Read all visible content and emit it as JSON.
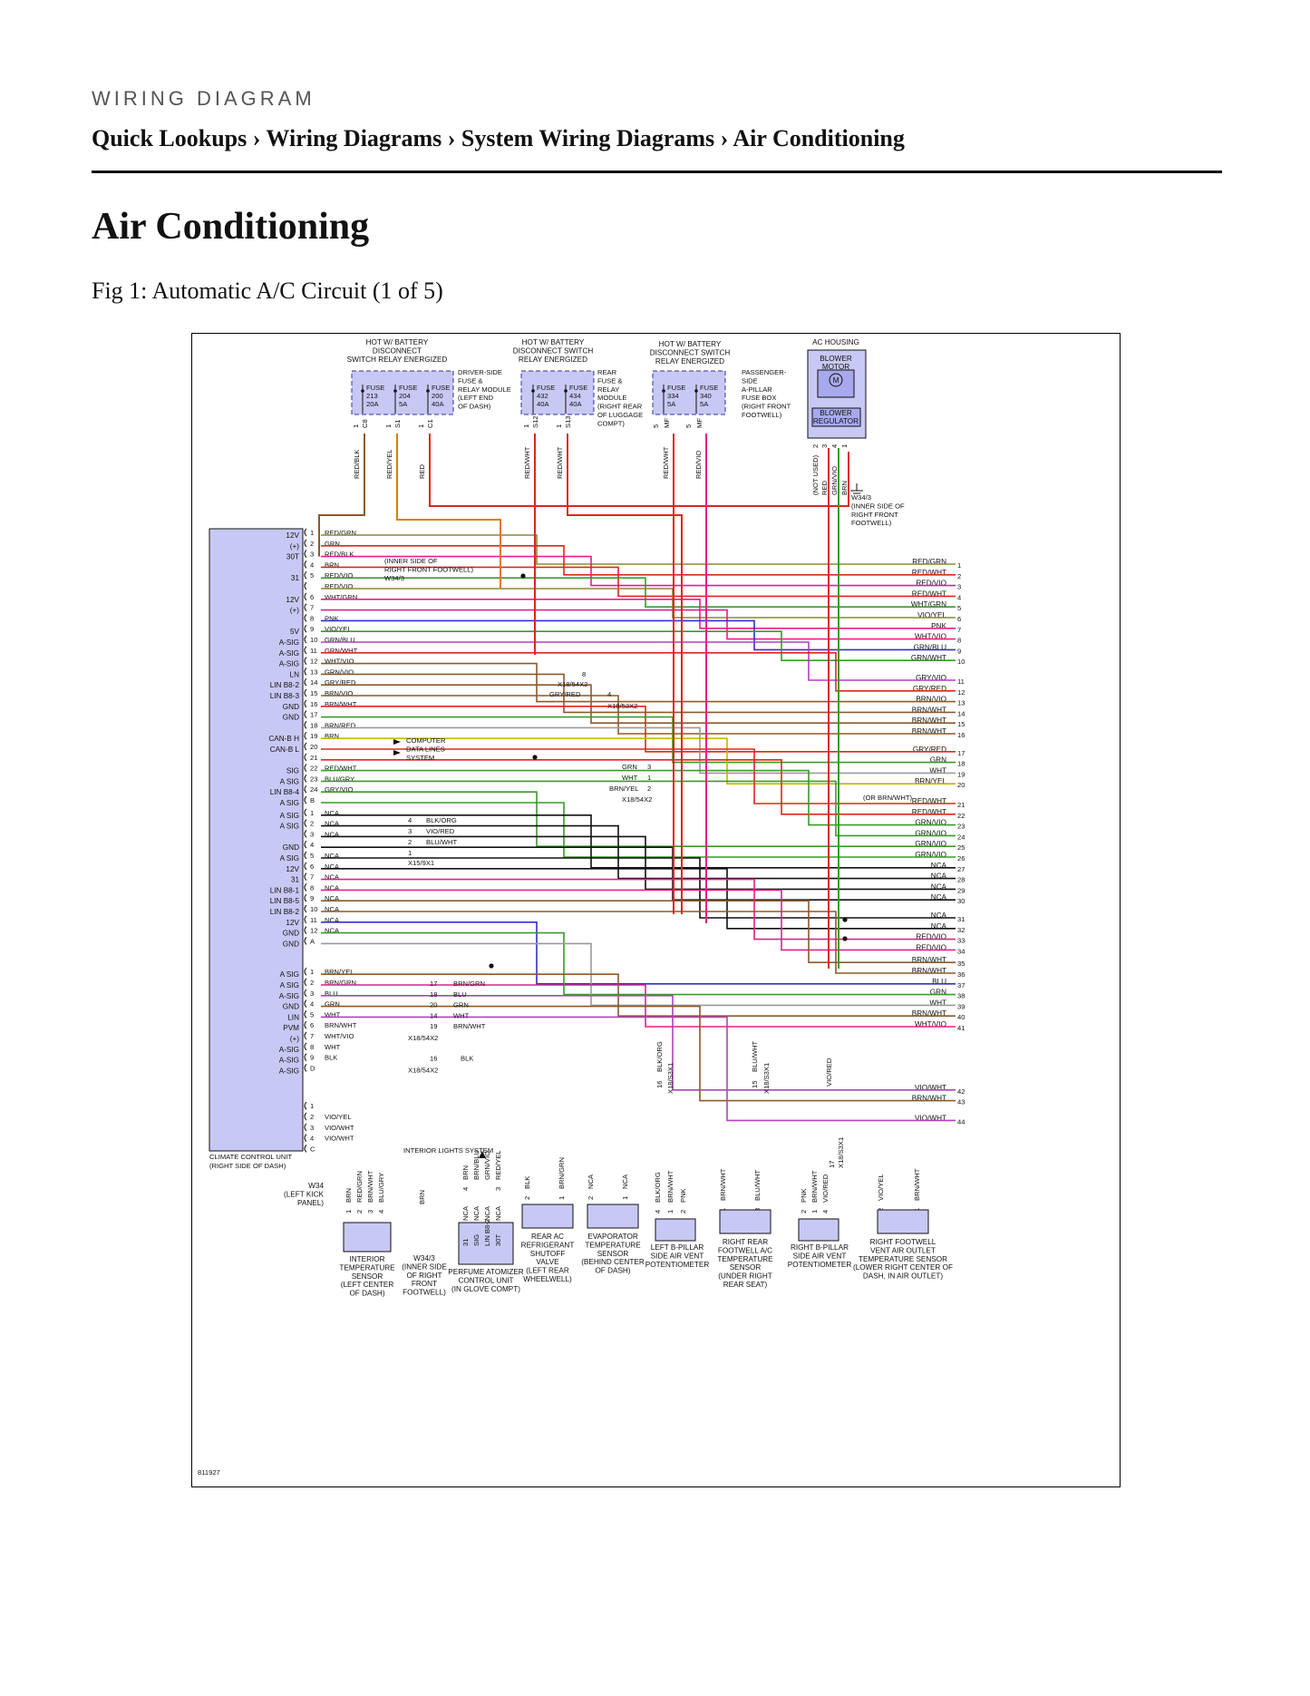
{
  "page": {
    "kicker": "WIRING DIAGRAM",
    "breadcrumb": "Quick Lookups › Wiring Diagrams › System Wiring Diagrams › Air Conditioning",
    "title": "Air Conditioning",
    "caption": "Fig 1: Automatic A/C Circuit (1 of 5)"
  },
  "diagram": {
    "figure_id": "811927",
    "module": [
      "CLIMATE CONTROL UNIT",
      "(RIGHT SIDE OF DASH)"
    ],
    "ac_housing": "AC HOUSING",
    "blower_motor": [
      "BLOWER",
      "MOTOR"
    ],
    "motor_symbol": "M",
    "blower_regulator": [
      "BLOWER",
      "REGULATOR"
    ],
    "hot_labels": [
      [
        "HOT W/ BATTERY",
        "DISCONNECT",
        "SWITCH RELAY ENERGIZED"
      ],
      [
        "HOT W/ BATTERY",
        "DISCONNECT SWITCH",
        "RELAY ENERGIZED"
      ],
      [
        "HOT W/ BATTERY",
        "DISCONNECT SWITCH",
        "RELAY ENERGIZED"
      ]
    ],
    "fuse_boxes": [
      [
        "DRIVER-SIDE",
        "FUSE &",
        "RELAY MODULE",
        "(LEFT END",
        "OF DASH)"
      ],
      [
        "REAR",
        "FUSE &",
        "RELAY",
        "MODULE",
        "(RIGHT REAR",
        "OF LUGGAGE",
        "COMPT)"
      ],
      [
        "PASSENGER-",
        "SIDE",
        "A-PILLAR",
        "FUSE BOX",
        "(RIGHT FRONT",
        "FOOTWELL)"
      ]
    ],
    "fuses": [
      [
        "FUSE",
        "213",
        "20A"
      ],
      [
        "FUSE",
        "204",
        "5A"
      ],
      [
        "FUSE",
        "200",
        "40A"
      ],
      [
        "FUSE",
        "432",
        "40A"
      ],
      [
        "FUSE",
        "434",
        "40A"
      ],
      [
        "FUSE",
        "334",
        "5A"
      ],
      [
        "FUSE",
        "340",
        "5A"
      ]
    ],
    "fuse_pins": [
      "1",
      "C8",
      "1",
      "S1",
      "1",
      "C1",
      "1",
      "S12",
      "1",
      "S13",
      "5",
      "MF",
      "5",
      "MF"
    ],
    "top_wires": [
      "RED/BLK",
      "RED/YEL",
      "RED",
      "RED/WHT",
      "RED/WHT",
      "RED/WHT",
      "RED/VIO"
    ],
    "blower_pins": [
      "2",
      "3",
      "4",
      "1"
    ],
    "blower_wires": [
      "(NOT USED)",
      "RED",
      "GRN/VIO",
      "BRN"
    ],
    "ground_w343": [
      "W34/3",
      "(INNER SIDE OF",
      "RIGHT FRONT",
      "FOOTWELL)"
    ],
    "ground_inner": [
      "(INNER SIDE OF",
      "RIGHT FRONT FOOTWELL)",
      "W34/3"
    ],
    "computer_data": [
      "COMPUTER",
      "DATA LINES",
      "SYSTEM"
    ],
    "interior_lights": "INTERIOR LIGHTS SYSTEM",
    "module_pin_funcs": [
      "12V",
      "(+)",
      "30T",
      "",
      "31",
      "",
      "12V",
      "(+)",
      "",
      "5V",
      "A-SIG",
      "A-SIG",
      "A-SIG",
      "LN",
      "LIN B8-2",
      "LIN B8-3",
      "GND",
      "GND",
      "",
      "CAN-B H",
      "CAN-B L",
      "",
      "SIG",
      "A SIG",
      "LIN B8-4",
      "A SIG",
      "A SIG",
      "A SIG",
      "",
      "GND",
      "A SIG",
      "12V",
      "31",
      "LIN B8-1",
      "LIN B8-5",
      "LIN B8-2",
      "12V",
      "GND",
      "GND",
      "A SIG",
      "A SIG",
      "A-SIG",
      "GND",
      "LIN",
      "PVM",
      "(+)",
      "A-SIG",
      "A-SIG",
      "A-SIG"
    ],
    "connector_b_wires": [
      [
        "1",
        "RED/GRN"
      ],
      [
        "2",
        "GRN"
      ],
      [
        "3",
        "RED/BLK"
      ],
      [
        "4",
        "BRN"
      ],
      [
        "5",
        "RED/VIO"
      ],
      [
        "",
        "RED/VIO"
      ],
      [
        "6",
        "WHT/GRN"
      ],
      [
        "7",
        ""
      ],
      [
        "8",
        "PNK"
      ],
      [
        "9",
        "VIO/YEL"
      ],
      [
        "10",
        "GRN/BLU"
      ],
      [
        "11",
        "GRN/WHT"
      ],
      [
        "12",
        "WHT/VIO"
      ],
      [
        "13",
        "GRN/VIO"
      ],
      [
        "14",
        "GRY/RED"
      ],
      [
        "15",
        "BRN/VIO"
      ],
      [
        "16",
        "BRN/WHT"
      ],
      [
        "17",
        ""
      ],
      [
        "18",
        "BRN/RED"
      ],
      [
        "19",
        "BRN"
      ],
      [
        "20",
        ""
      ],
      [
        "21",
        ""
      ],
      [
        "22",
        "RED/WHT"
      ],
      [
        "23",
        "BLU/GRY"
      ],
      [
        "24",
        "GRY/VIO"
      ],
      [
        "B",
        ""
      ]
    ],
    "connector_a_wires": [
      [
        "1",
        "NCA"
      ],
      [
        "2",
        "NCA"
      ],
      [
        "3",
        "NCA"
      ],
      [
        "4",
        ""
      ],
      [
        "5",
        "NCA"
      ],
      [
        "6",
        "NCA"
      ],
      [
        "7",
        "NCA"
      ],
      [
        "8",
        "NCA"
      ],
      [
        "9",
        "NCA"
      ],
      [
        "10",
        "NCA"
      ],
      [
        "11",
        "NCA"
      ],
      [
        "12",
        "NCA"
      ],
      [
        "A",
        ""
      ]
    ],
    "connector_d_wires": [
      [
        "1",
        "BRN/YEL"
      ],
      [
        "2",
        "BRN/GRN"
      ],
      [
        "3",
        "BLU"
      ],
      [
        "4",
        "GRN"
      ],
      [
        "5",
        "WHT"
      ],
      [
        "6",
        "BRN/WHT"
      ],
      [
        "7",
        "WHT/VIO"
      ],
      [
        "8",
        "WHT"
      ],
      [
        "9",
        "BLK"
      ],
      [
        "D",
        ""
      ]
    ],
    "connector_c_wires": [
      [
        "1",
        ""
      ],
      [
        "2",
        "VIO/YEL"
      ],
      [
        "3",
        "VIO/WHT"
      ],
      [
        "4",
        "VIO/WHT"
      ],
      [
        "C",
        ""
      ]
    ],
    "x15_labels": [
      "4",
      "3",
      "2",
      "1",
      "BLK/ORG",
      "VIO/RED",
      "BLU/WHT",
      "X15/9X1"
    ],
    "x18_mid": [
      "8",
      "X18/54X2",
      "GRY/RED",
      "4",
      "X18/53X2"
    ],
    "x18_grn": [
      "GRN",
      "3",
      "WHT",
      "1",
      "BRN/YEL",
      "2",
      "X18/54X2"
    ],
    "x18_d": [
      "17",
      "18",
      "20",
      "14",
      "19",
      "X18/54X2",
      "BRN/GRN",
      "BLU",
      "GRN",
      "WHT",
      "BRN/WHT",
      "16",
      "BLK",
      "X18/54X2"
    ],
    "or_brnwht": "(OR BRN/WHT)",
    "right_wires": [
      [
        "RED/GRN",
        "1"
      ],
      [
        "RED/WHT",
        "2"
      ],
      [
        "RED/VIO",
        "3"
      ],
      [
        "RED/WHT",
        "4"
      ],
      [
        "WHT/GRN",
        "5"
      ],
      [
        "VIO/YEL",
        "6"
      ],
      [
        "PNK",
        "7"
      ],
      [
        "WHT/VIO",
        "8"
      ],
      [
        "GRN/BLU",
        "9"
      ],
      [
        "GRN/WHT",
        "10"
      ],
      [
        "GRY/VIO",
        "11"
      ],
      [
        "GRY/RED",
        "12"
      ],
      [
        "BRN/VIO",
        "13"
      ],
      [
        "BRN/WHT",
        "14"
      ],
      [
        "BRN/WHT",
        "15"
      ],
      [
        "BRN/WHT",
        "16"
      ],
      [
        "GRY/RED",
        "17"
      ],
      [
        "GRN",
        "18"
      ],
      [
        "WHT",
        "19"
      ],
      [
        "BRN/YEL",
        "20"
      ],
      [
        "RED/WHT",
        "21"
      ],
      [
        "RED/WHT",
        "22"
      ],
      [
        "GRN/VIO",
        "23"
      ],
      [
        "GRN/VIO",
        "24"
      ],
      [
        "GRN/VIO",
        "25"
      ],
      [
        "GRN/VIO",
        "26"
      ],
      [
        "NCA",
        "27"
      ],
      [
        "NCA",
        "28"
      ],
      [
        "NCA",
        "29"
      ],
      [
        "NCA",
        "30"
      ],
      [
        "NCA",
        "31"
      ],
      [
        "NCA",
        "32"
      ],
      [
        "RED/VIO",
        "33"
      ],
      [
        "RED/VIO",
        "34"
      ],
      [
        "BRN/WHT",
        "35"
      ],
      [
        "BRN/WHT",
        "36"
      ],
      [
        "BLU",
        "37"
      ],
      [
        "GRN",
        "38"
      ],
      [
        "WHT",
        "39"
      ],
      [
        "BRN/WHT",
        "40"
      ],
      [
        "WHT/VIO",
        "41"
      ],
      [
        "VIO/WHT",
        "42"
      ],
      [
        "BRN/WHT",
        "43"
      ],
      [
        "VIO/WHT",
        "44"
      ]
    ],
    "vertical_conns": [
      [
        "16",
        "BLK/ORG",
        "X18/S3X1"
      ],
      [
        "15",
        "BLU/WHT",
        "X18/S3X1"
      ],
      [
        "VIO/RED"
      ],
      [
        "17",
        "X18/S3X1"
      ]
    ],
    "bottom_wires": {
      "interior_sensor": [
        [
          "1",
          "BRN"
        ],
        [
          "2",
          "RED/GRN"
        ],
        [
          "3",
          "BRN/WHT"
        ],
        [
          "4",
          "BLU/GRY"
        ]
      ],
      "w34_left": [
        "W34",
        "(LEFT KICK",
        "PANEL)"
      ],
      "brn_ground": [
        "BRN"
      ],
      "perfume_top": [
        [
          "4",
          "BRN"
        ],
        [
          "",
          "BRN/BLU"
        ],
        [
          "",
          "GRN/VIO"
        ],
        [
          "3",
          "RED/YEL"
        ]
      ],
      "perfume_pins": [
        [
          "NCA",
          "31"
        ],
        [
          "NCA",
          "SIG"
        ],
        [
          "NCA",
          "LIN B8-2"
        ],
        [
          "NCA",
          "30T"
        ]
      ],
      "shutoff": [
        [
          "2",
          "BLK"
        ],
        [
          "1",
          "BRN/GRN"
        ]
      ],
      "evap": [
        [
          "2",
          "NCA"
        ],
        [
          "1",
          "NCA"
        ]
      ],
      "left_pot": [
        [
          "4",
          "BLK/ORG"
        ],
        [
          "1",
          "BRN/WHT"
        ],
        [
          "2",
          "PNK"
        ]
      ],
      "rr_sensor": [
        [
          "1",
          "BRN/WHT"
        ],
        [
          "3",
          "BLU/WHT"
        ]
      ],
      "right_pot": [
        [
          "2",
          "PNK"
        ],
        [
          "1",
          "BRN/WHT"
        ],
        [
          "4",
          "VIO/RED"
        ]
      ],
      "rf_sensor": [
        [
          "2",
          "VIO/YEL"
        ],
        [
          "1",
          "BRN/WHT"
        ]
      ]
    },
    "components": {
      "interior_sensor": [
        "INTERIOR",
        "TEMPERATURE",
        "SENSOR",
        "(LEFT CENTER",
        "OF DASH)"
      ],
      "w343_bottom": [
        "W34/3",
        "(INNER SIDE",
        "OF RIGHT",
        "FRONT",
        "FOOTWELL)"
      ],
      "perfume": [
        "PERFUME ATOMIZER",
        "CONTROL UNIT",
        "(IN GLOVE COMPT)"
      ],
      "shutoff": [
        "REAR AC",
        "REFRIGERANT",
        "SHUTOFF",
        "VALVE",
        "(LEFT REAR",
        "WHEELWELL)"
      ],
      "evap": [
        "EVAPORATOR",
        "TEMPERATURE",
        "SENSOR",
        "(BEHIND CENTER",
        "OF DASH)"
      ],
      "left_pot": [
        "LEFT B-PILLAR",
        "SIDE AIR VENT",
        "POTENTIOMETER"
      ],
      "rr_sensor": [
        "RIGHT REAR",
        "FOOTWELL A/C",
        "TEMPERATURE",
        "SENSOR",
        "(UNDER RIGHT",
        "REAR SEAT)"
      ],
      "right_pot": [
        "RIGHT B-PILLAR",
        "SIDE AIR VENT",
        "POTENTIOMETER"
      ],
      "rf_sensor": [
        "RIGHT FOOTWELL",
        "VENT AIR OUTLET",
        "TEMPERATURE SENSOR",
        "(LOWER RIGHT CENTER OF",
        "DASH, IN AIR OUTLET)"
      ]
    },
    "colors": {
      "module_fill": "#c8c8f4",
      "red": "#e0261a",
      "orange": "#e07b00",
      "green": "#3a9a2a",
      "pink": "#e61e8c",
      "violet": "#b040c0",
      "blue": "#3030c8",
      "brown": "#8b5a2b",
      "olive": "#8a8a30",
      "black": "#111111",
      "gray": "#9a9a9a"
    }
  }
}
